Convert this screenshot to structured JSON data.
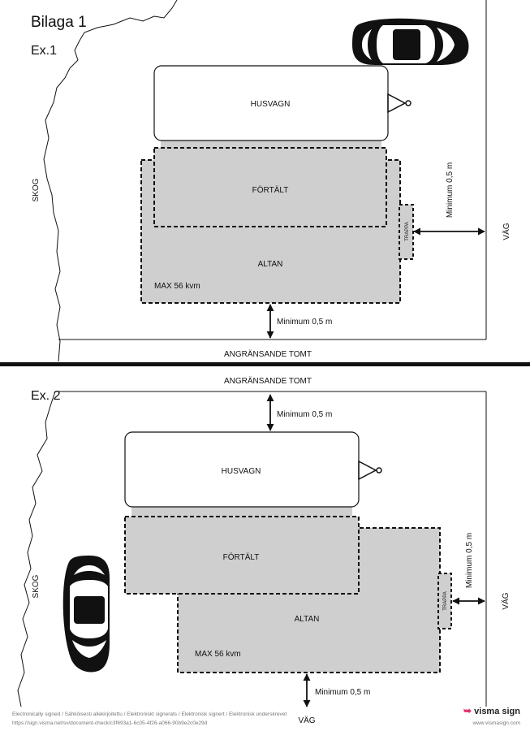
{
  "title": "Bilaga 1",
  "examples": [
    {
      "label": "Ex.1",
      "caravan": "HUSVAGN",
      "awning": "FÖRTÄLT",
      "deck": "ALTAN",
      "stairs": "TRAPPA",
      "max_area": "MAX 56 kvm",
      "forest": "SKOG",
      "road": "VÄG",
      "neighbor": "ANGRÄNSANDE TOMT",
      "min_side": "Minimum 0,5 m",
      "min_bottom": "Minimum 0,5 m"
    },
    {
      "label": "Ex. 2",
      "caravan": "HUSVAGN",
      "awning": "FÖRTÄLT",
      "deck": "ALTAN",
      "stairs": "TRAPPA",
      "max_area": "MAX 56 kvm",
      "forest": "SKOG",
      "road": "VÄG",
      "neighbor": "ANGRÄNSANDE TOMT",
      "min_top": "Minimum 0,5 m",
      "min_side": "Minimum 0,5 m",
      "min_bottom": "Minimum 0,5 m"
    }
  ],
  "footer": {
    "signed_line": "Electronically signed / Sähköisesti allekirjoitettu / Elektroniskt signerats / Elektronisk signert / Elektronisk underskrevet",
    "url": "https://sign.visma.net/sv/document-check/c3f693a1-6c05-4f26-a066-90b9e2c0e29d",
    "brand": "visma sign",
    "brand_url": "www.vismasign.com"
  },
  "colors": {
    "shade": "#cfcfcf",
    "line": "#111111",
    "brand": "#e1306c"
  }
}
